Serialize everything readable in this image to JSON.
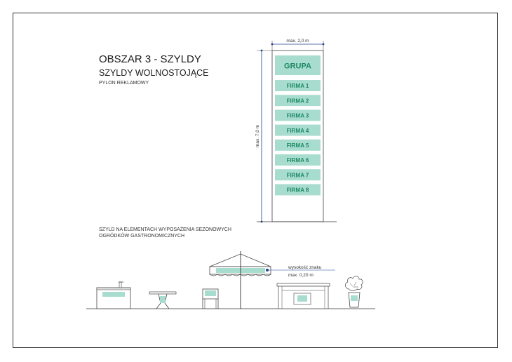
{
  "header": {
    "title": "OBSZAR 3 - SZYLDY",
    "subtitle": "SZYLDY WOLNOSTOJĄCE",
    "subsubtitle": "PYLON REKLAMOWY"
  },
  "pylon": {
    "width_label": "max. 2,0 m",
    "height_label": "max. 7,0 m",
    "group_label": "GRUPA",
    "companies": [
      "FIRMA 1",
      "FIRMA 2",
      "FIRMA 3",
      "FIRMA 4",
      "FIRMA 5",
      "FIRMA 6",
      "FIRMA 7",
      "FIRMA 8"
    ]
  },
  "garden": {
    "section_line1": "SZYLD NA ELEMENTACH WYPOSAŻENIA SEZONOWYCH",
    "section_line2": "OGRÓDKÓW GASTRONOMICZNYCH",
    "sign_height_line1": "wysokość znaku",
    "sign_height_line2": "max. 0,20 m"
  },
  "colors": {
    "accent_fill": "#a8dccf",
    "accent_text": "#1e8a63",
    "dimension_line": "#1f3f8f"
  }
}
